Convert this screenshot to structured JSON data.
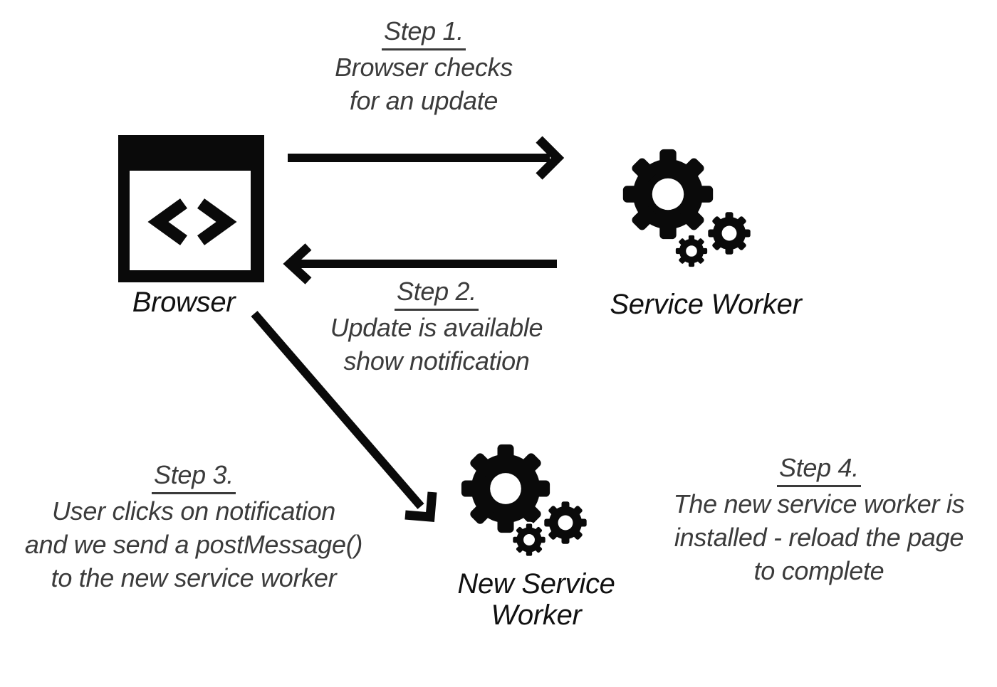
{
  "colors": {
    "bg": "#ffffff",
    "ink": "#0a0a0a",
    "text": "#3b3b3b",
    "label": "#111111"
  },
  "steps": {
    "step1": {
      "title": "Step 1.",
      "lines": [
        "Browser checks",
        "for an update"
      ]
    },
    "step2": {
      "title": "Step 2.",
      "lines": [
        "Update is available",
        "show notification"
      ]
    },
    "step3": {
      "title": "Step 3.",
      "lines": [
        "User clicks on notification",
        "and we send a postMessage()",
        "to the new service worker"
      ]
    },
    "step4": {
      "title": "Step 4.",
      "lines": [
        "The new service worker is",
        "installed - reload the page",
        "to complete"
      ]
    }
  },
  "nodes": {
    "browser": {
      "label": "Browser",
      "icon": "browser-window-code-icon"
    },
    "service_worker": {
      "label": "Service Worker",
      "icon": "gears-icon"
    },
    "new_service_worker": {
      "label": "New Service Worker",
      "icon": "gears-icon"
    }
  },
  "edges": [
    {
      "name": "step1-arrow",
      "from": "browser",
      "to": "service_worker",
      "direction": "right"
    },
    {
      "name": "step2-arrow",
      "from": "service_worker",
      "to": "browser",
      "direction": "left"
    },
    {
      "name": "step3-arrow",
      "from": "browser",
      "to": "new_service_worker",
      "direction": "down-right"
    }
  ]
}
